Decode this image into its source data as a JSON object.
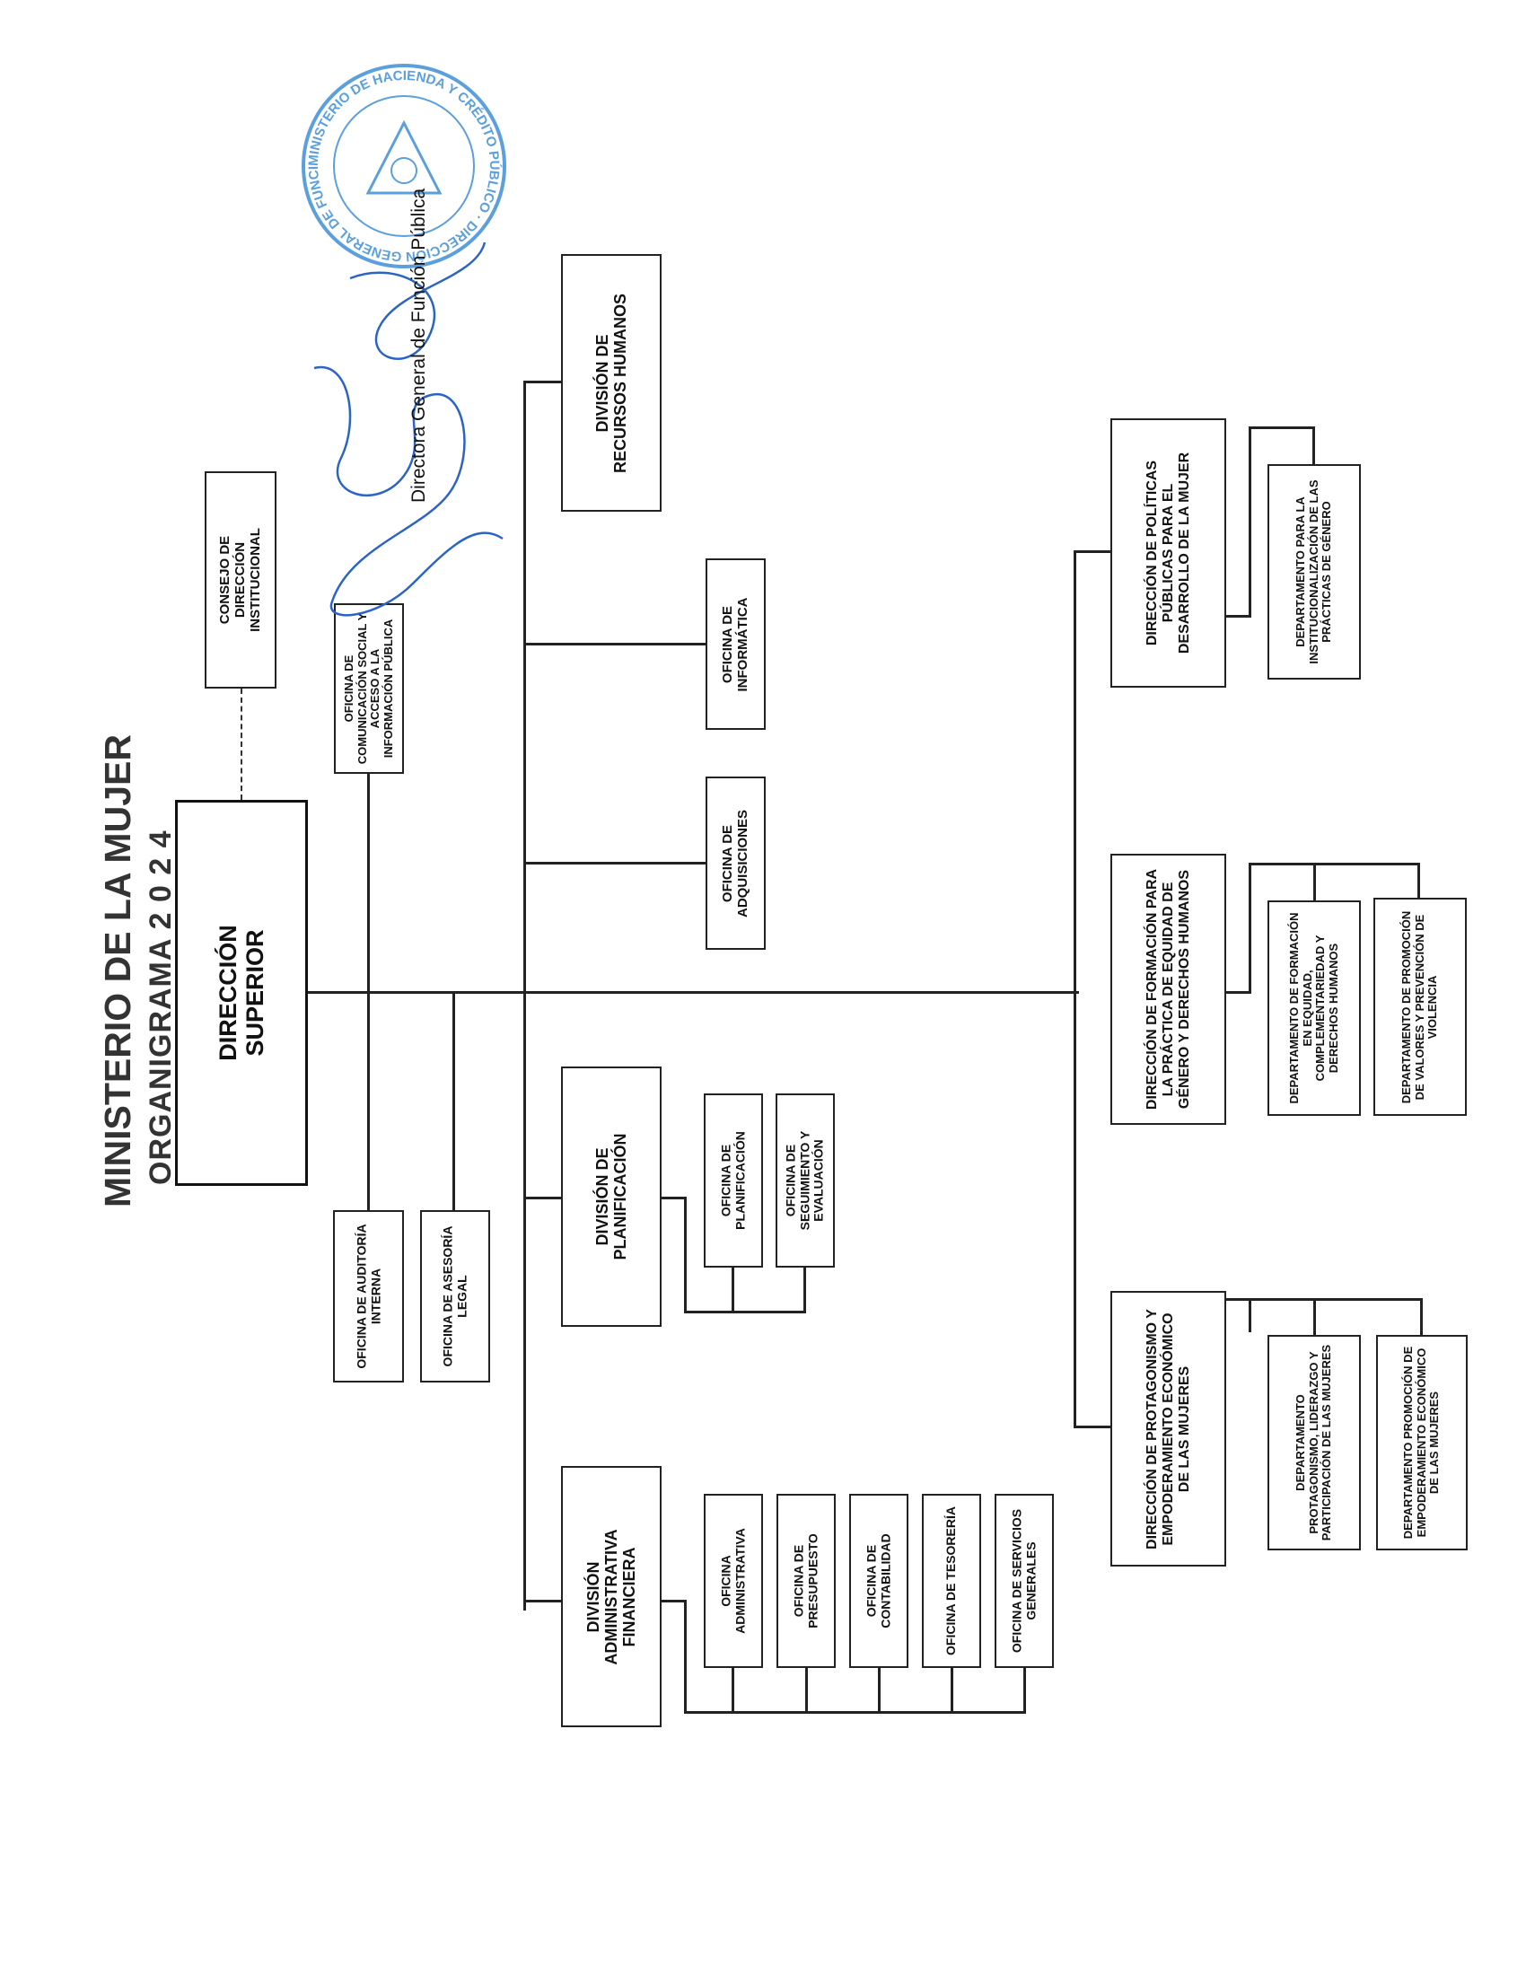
{
  "title": "MINISTERIO DE LA MUJER",
  "subtitle": "ORGANIGRAMA  2 0 2 4",
  "stamp": {
    "text": "MINISTERIO DE HACIENDA Y CRÉDITO PÚBLICO · DIRECCIÓN GENERAL DE FUNCIÓN PÚBLICA",
    "color": "#3f8fd6"
  },
  "signature_caption": "Directora General de Función Pública",
  "signature_color": "#2c64c4",
  "boxes": {
    "direccion_superior": "DIRECCIÓN SUPERIOR",
    "consejo": "CONSEJO DE DIRECCIÓN INSTITUCIONAL",
    "comunicacion": "OFICINA DE COMUNICACIÓN SOCIAL Y ACCESO A LA INFORMACIÓN PÚBLICA",
    "auditoria": "OFICINA DE AUDITORÍA INTERNA",
    "asesoria": "OFICINA DE ASESORÍA LEGAL",
    "div_rrhh": "DIVISIÓN DE RECURSOS HUMANOS",
    "of_informatica": "OFICINA DE INFORMÁTICA",
    "of_adquisiciones": "OFICINA DE ADQUISICIONES",
    "div_planificacion": "DIVISIÓN DE PLANIFICACIÓN",
    "of_planificacion": "OFICINA DE PLANIFICACIÓN",
    "of_seguimiento": "OFICINA DE SEGUIMIENTO Y EVALUACIÓN",
    "div_admin": "DIVISIÓN ADMINISTRATIVA FINANCIERA",
    "of_administrativa": "OFICINA ADMINISTRATIVA",
    "of_presupuesto": "OFICINA DE PRESUPUESTO",
    "of_contabilidad": "OFICINA DE CONTABILIDAD",
    "of_tesoreria": "OFICINA DE TESORERÍA",
    "of_servicios": "OFICINA DE SERVICIOS GENERALES",
    "dir_politicas": "DIRECCIÓN DE POLÍTICAS PÚBLICAS PARA EL DESARROLLO DE LA MUJER",
    "dep_institucionalizacion": "DEPARTAMENTO PARA LA INSTITUCIONALIZACIÓN DE LAS PRÁCTICAS DE GÉNERO",
    "dir_formacion": "DIRECCIÓN DE FORMACIÓN PARA LA PRÁCTICA DE EQUIDAD DE GÉNERO Y DERECHOS HUMANOS",
    "dep_formacion": "DEPARTAMENTO DE FORMACIÓN EN EQUIDAD, COMPLEMENTARIEDAD Y DERECHOS HUMANOS",
    "dep_promocion_valores": "DEPARTAMENTO DE PROMOCIÓN DE VALORES Y PREVENCIÓN DE VIOLENCIA",
    "dir_protagonismo": "DIRECCIÓN DE PROTAGONISMO Y EMPODERAMIENTO ECONÓMICO DE LAS MUJERES",
    "dep_protagonismo": "DEPARTAMENTO PROTAGONISMO, LIDERAZGO Y PARTICIPACIÓN DE LAS MUJERES",
    "dep_empoderamiento": "DEPARTAMENTO PROMOCIÓN DE EMPODERAMIENTO ECONÓMICO DE LAS MUJERES"
  }
}
